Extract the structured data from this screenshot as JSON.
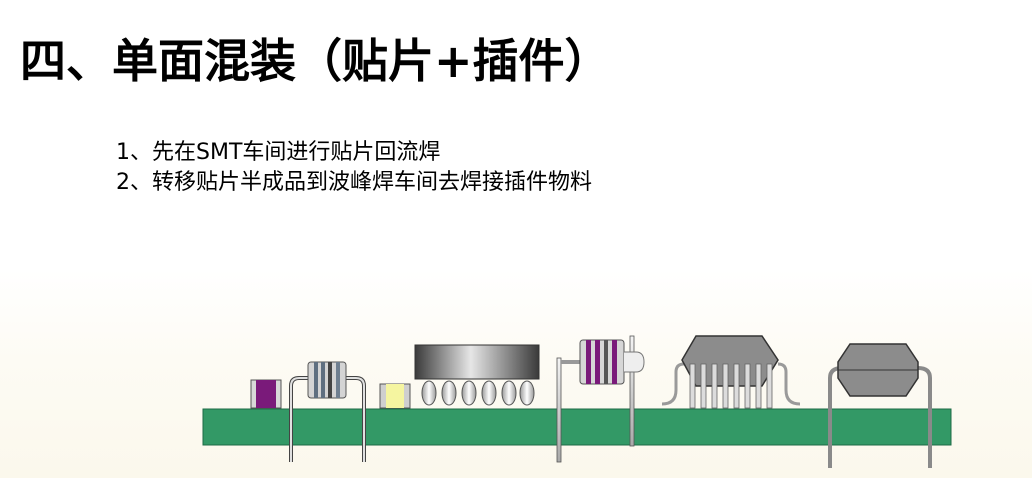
{
  "slide": {
    "title": "四、单面混装（贴片+插件）",
    "points": [
      "1、先在SMT车间进行贴片回流焊",
      "2、转移贴片半成品到波峰焊车间去焊接插件物料"
    ]
  },
  "colors": {
    "pcb": "#339966",
    "pcb_border": "#1e6b45",
    "lead": "#b8b8b8",
    "purple": "#7a1a7a",
    "chip_yellow": "#f5f5a0",
    "ic_body": "#8c8c8c"
  },
  "diagram": {
    "components": [
      "smd-resistor-icon",
      "axial-resistor-icon",
      "smd-capacitor-icon",
      "bga-chip-icon",
      "vertical-resistor-icon",
      "sop-ic-icon",
      "dip-ic-icon"
    ]
  }
}
